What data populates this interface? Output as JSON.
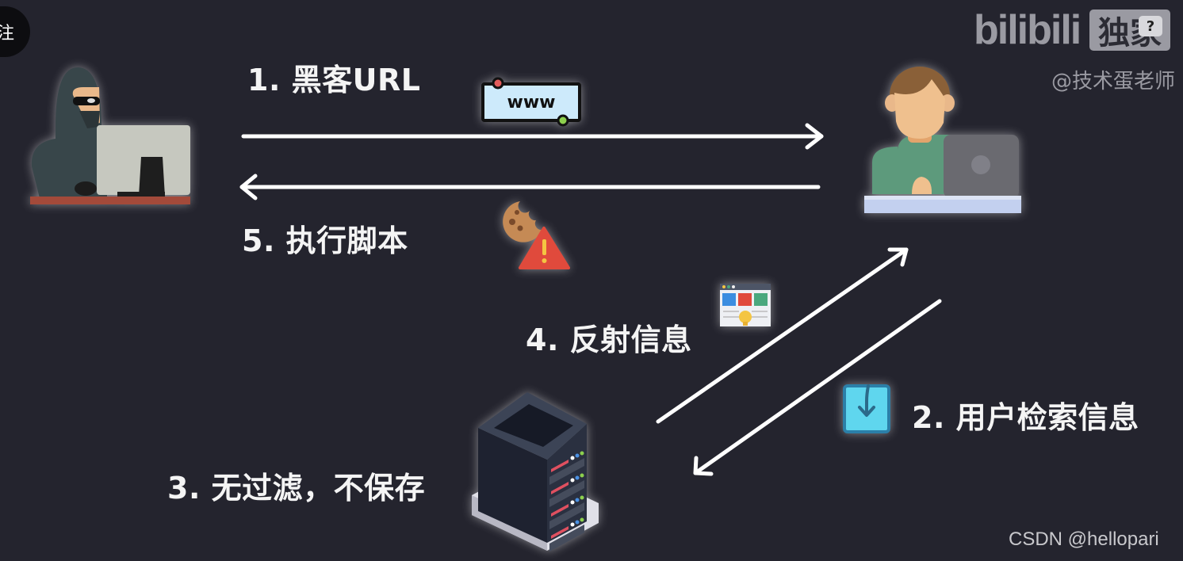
{
  "overlay": {
    "follow_badge": "注",
    "bilibili_logo": "bilibili",
    "exclusive_badge": "独家",
    "help_button": "?",
    "author": "@技术蛋老师",
    "watermark": "CSDN @hellopari"
  },
  "diagram": {
    "title": "Reflected XSS flow",
    "actors": [
      {
        "id": "hacker",
        "icon": "hacker-at-computer-icon"
      },
      {
        "id": "user",
        "icon": "user-at-laptop-icon"
      },
      {
        "id": "server",
        "icon": "server-rack-icon"
      }
    ],
    "steps": [
      {
        "n": 1,
        "label": "1. 黑客URL",
        "from": "hacker",
        "to": "user",
        "icon": "www-url-icon"
      },
      {
        "n": 2,
        "label": "2. 用户检索信息",
        "from": "user",
        "to": "server",
        "icon": "download-inbox-icon"
      },
      {
        "n": 3,
        "label": "3. 无过滤，不保存",
        "at": "server"
      },
      {
        "n": 4,
        "label": "4. 反射信息",
        "from": "server",
        "to": "user",
        "icon": "webpage-layout-icon"
      },
      {
        "n": 5,
        "label": "5. 执行脚本",
        "from": "user",
        "to": "hacker",
        "icon": "cookie-warning-icon"
      }
    ],
    "colors": {
      "background": "#24242e",
      "arrow": "#ffffff",
      "text": "#f4f4f4",
      "warning_red": "#e04a3c",
      "server_led_red": "#e05060"
    }
  }
}
